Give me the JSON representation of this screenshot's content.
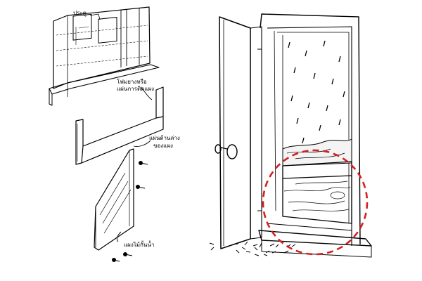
{
  "labels": {
    "door": "ประตู",
    "foam_line1": "โฟมยางหรือ",
    "foam_line2": "แผ่นการติดแผง",
    "bottom_panel_line1": "แผ่นด้านล่าง",
    "bottom_panel_line2": "ของแผง",
    "flood_board": "แผงไม้กั้นน้ำ"
  },
  "colors": {
    "ink": "#000000",
    "highlight_circle": "#d42020",
    "water_fill": "#f4f4f4",
    "paper": "#ffffff"
  }
}
